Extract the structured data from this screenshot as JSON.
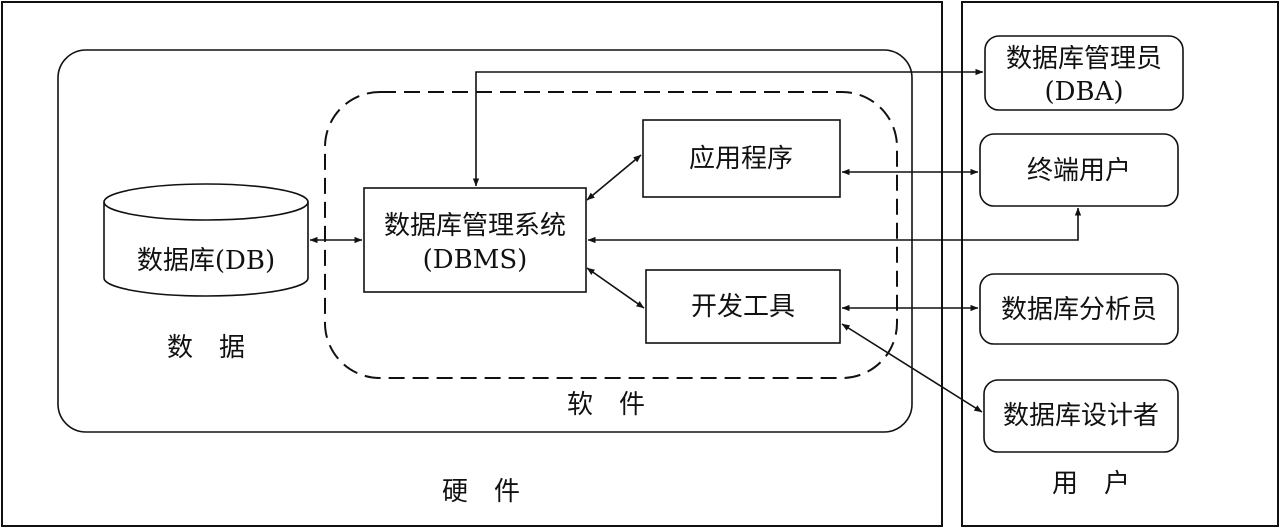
{
  "regions": {
    "hardware": "硬　件",
    "users": "用　户",
    "software": "软　件",
    "data": "数　据"
  },
  "nodes": {
    "database": "数据库(DB)",
    "dbms_line1": "数据库管理系统",
    "dbms_line2": "(DBMS)",
    "app": "应用程序",
    "devtools": "开发工具",
    "dba_line1": "数据库管理员",
    "dba_line2": "(DBA)",
    "end_user": "终端用户",
    "analyst": "数据库分析员",
    "designer": "数据库设计者"
  }
}
